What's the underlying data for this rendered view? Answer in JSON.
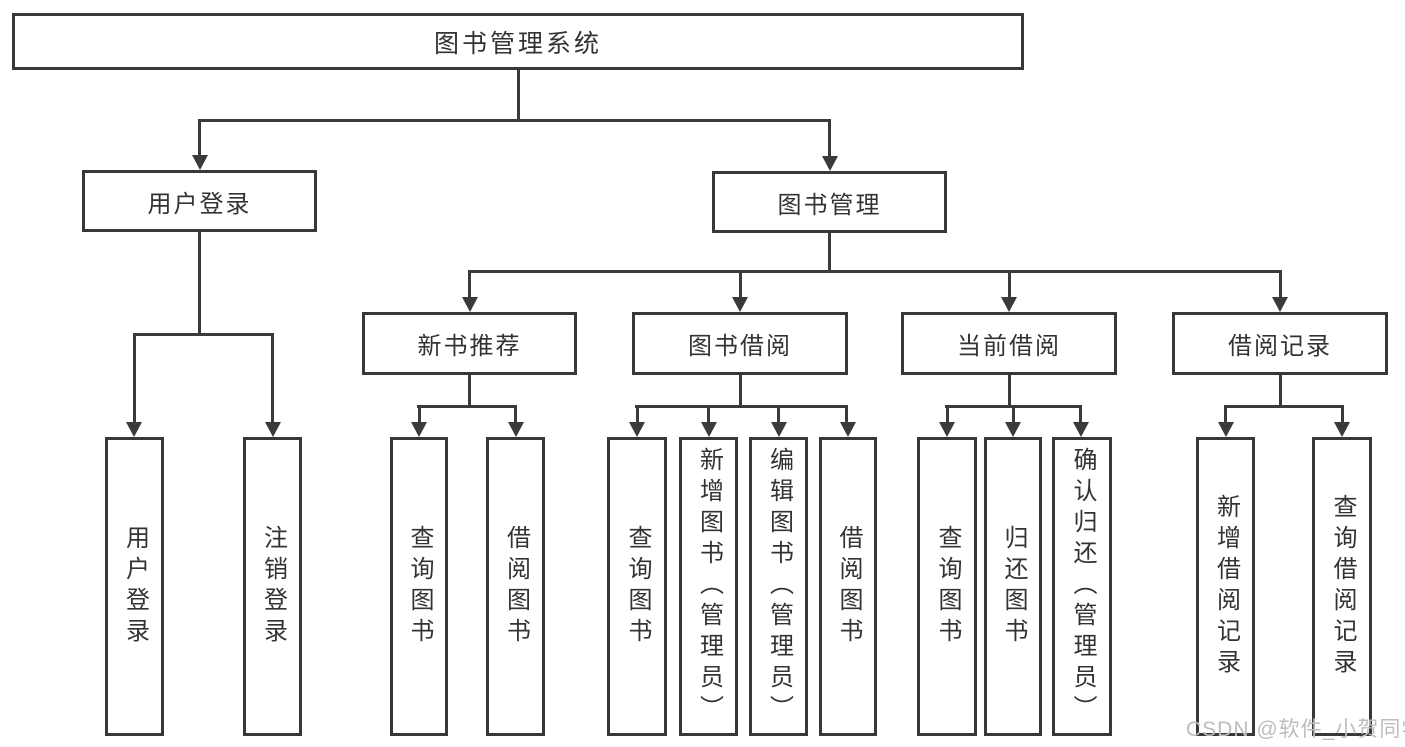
{
  "colors": {
    "line": "#3a3a3a",
    "box_border": "#383838",
    "text": "#333333",
    "background": "#ffffff",
    "watermark": "#bdbdbd"
  },
  "watermark": "CSDN @软件_小贺同学",
  "tree": {
    "root": "图书管理系统",
    "branches": [
      {
        "label": "用户登录",
        "children": [
          "用户登录",
          "注销登录"
        ]
      },
      {
        "label": "图书管理",
        "sections": [
          {
            "label": "新书推荐",
            "children": [
              "查询图书",
              "借阅图书"
            ]
          },
          {
            "label": "图书借阅",
            "children": [
              "查询图书",
              "新增图书（管理员）",
              "编辑图书（管理员）",
              "借阅图书"
            ]
          },
          {
            "label": "当前借阅",
            "children": [
              "查询图书",
              "归还图书",
              "确认归还（管理员）"
            ]
          },
          {
            "label": "借阅记录",
            "children": [
              "新增借阅记录",
              "查询借阅记录"
            ]
          }
        ]
      }
    ]
  }
}
